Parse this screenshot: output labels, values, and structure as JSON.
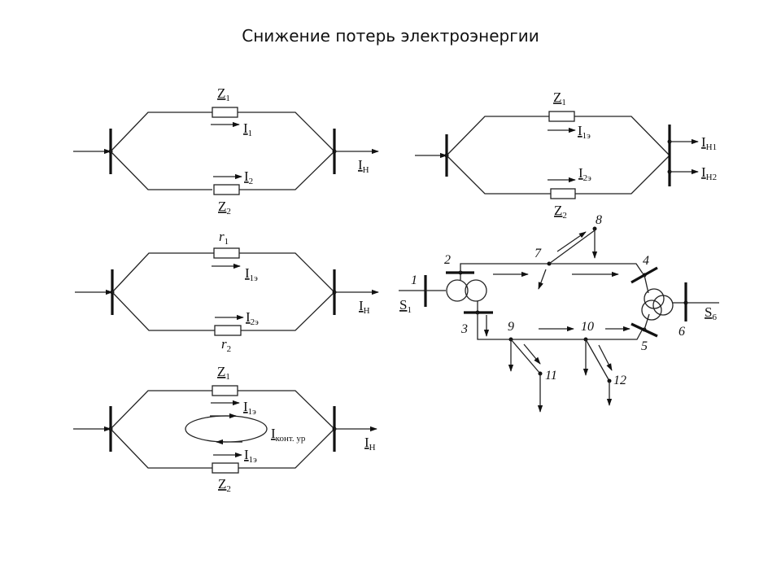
{
  "title": "Снижение потерь электроэнергии",
  "diagrams": {
    "a": {
      "top_element": {
        "main": "Z",
        "sub": "1"
      },
      "top_current": {
        "main": "I",
        "sub": "1"
      },
      "bottom_current": {
        "main": "I",
        "sub": "2"
      },
      "bottom_element": {
        "main": "Z",
        "sub": "2"
      },
      "load_current": {
        "main": "I",
        "sub": "Н"
      }
    },
    "b": {
      "top_element": {
        "main": "r",
        "sub": "1"
      },
      "top_current": {
        "main": "I",
        "sub": "1э"
      },
      "bottom_current": {
        "main": "I",
        "sub": "2э"
      },
      "bottom_element": {
        "main": "r",
        "sub": "2"
      },
      "load_current": {
        "main": "I",
        "sub": "Н"
      }
    },
    "c": {
      "top_element": {
        "main": "Z",
        "sub": "1"
      },
      "top_current": {
        "main": "I",
        "sub": "1э"
      },
      "loop_current": {
        "main": "I",
        "sub": "конт. ур"
      },
      "bottom_current": {
        "main": "I",
        "sub": "1э"
      },
      "bottom_element": {
        "main": "Z",
        "sub": "2"
      },
      "load_current": {
        "main": "I",
        "sub": "Н"
      }
    },
    "d": {
      "top_element": {
        "main": "Z",
        "sub": "1"
      },
      "top_current": {
        "main": "I",
        "sub": "1э"
      },
      "bottom_current": {
        "main": "I",
        "sub": "2э"
      },
      "bottom_element": {
        "main": "Z",
        "sub": "2"
      },
      "load_current_1": {
        "main": "I",
        "sub": "Н1"
      },
      "load_current_2": {
        "main": "I",
        "sub": "Н2"
      }
    },
    "network": {
      "nodes": [
        "1",
        "2",
        "3",
        "4",
        "5",
        "6",
        "7",
        "8",
        "9",
        "10",
        "11",
        "12"
      ],
      "source_1": {
        "main": "S",
        "sub": "1"
      },
      "source_6": {
        "main": "S",
        "sub": "6"
      }
    }
  }
}
